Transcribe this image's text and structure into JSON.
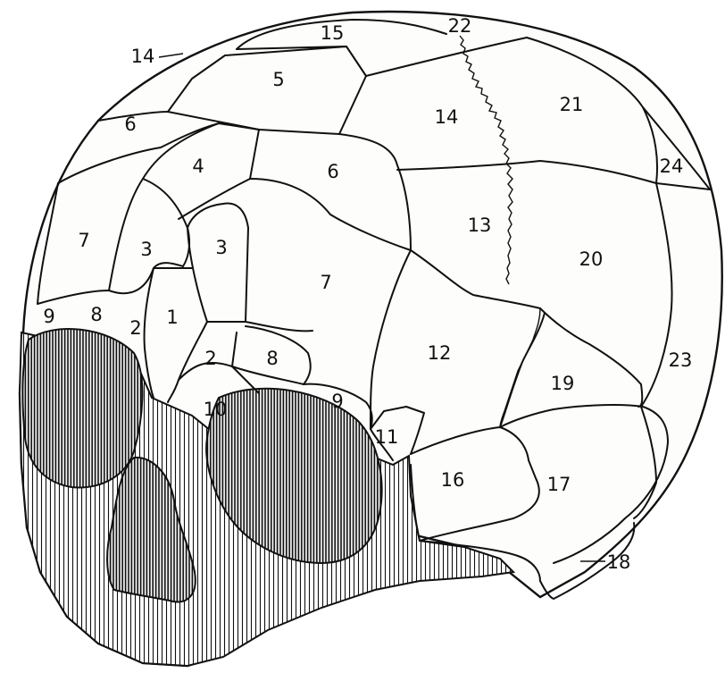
{
  "figure": {
    "labels": [
      {
        "id": "l-15",
        "text": "15"
      },
      {
        "id": "l-22",
        "text": "22"
      },
      {
        "id": "l-14a",
        "text": "14"
      },
      {
        "id": "l-5",
        "text": "5"
      },
      {
        "id": "l-21",
        "text": "21"
      },
      {
        "id": "l-6a",
        "text": "6"
      },
      {
        "id": "l-14b",
        "text": "14"
      },
      {
        "id": "l-4",
        "text": "4"
      },
      {
        "id": "l-6b",
        "text": "6"
      },
      {
        "id": "l-24",
        "text": "24"
      },
      {
        "id": "l-7a",
        "text": "7"
      },
      {
        "id": "l-3a",
        "text": "3"
      },
      {
        "id": "l-3b",
        "text": "3"
      },
      {
        "id": "l-13",
        "text": "13"
      },
      {
        "id": "l-20",
        "text": "20"
      },
      {
        "id": "l-7b",
        "text": "7"
      },
      {
        "id": "l-9a",
        "text": "9"
      },
      {
        "id": "l-8a",
        "text": "8"
      },
      {
        "id": "l-2a",
        "text": "2"
      },
      {
        "id": "l-1",
        "text": "1"
      },
      {
        "id": "l-12",
        "text": "12"
      },
      {
        "id": "l-2b",
        "text": "2"
      },
      {
        "id": "l-8b",
        "text": "8"
      },
      {
        "id": "l-23",
        "text": "23"
      },
      {
        "id": "l-19",
        "text": "19"
      },
      {
        "id": "l-9b",
        "text": "9"
      },
      {
        "id": "l-10",
        "text": "10"
      },
      {
        "id": "l-11",
        "text": "11"
      },
      {
        "id": "l-16",
        "text": "16"
      },
      {
        "id": "l-17",
        "text": "17"
      },
      {
        "id": "l-18",
        "text": "18"
      }
    ]
  }
}
